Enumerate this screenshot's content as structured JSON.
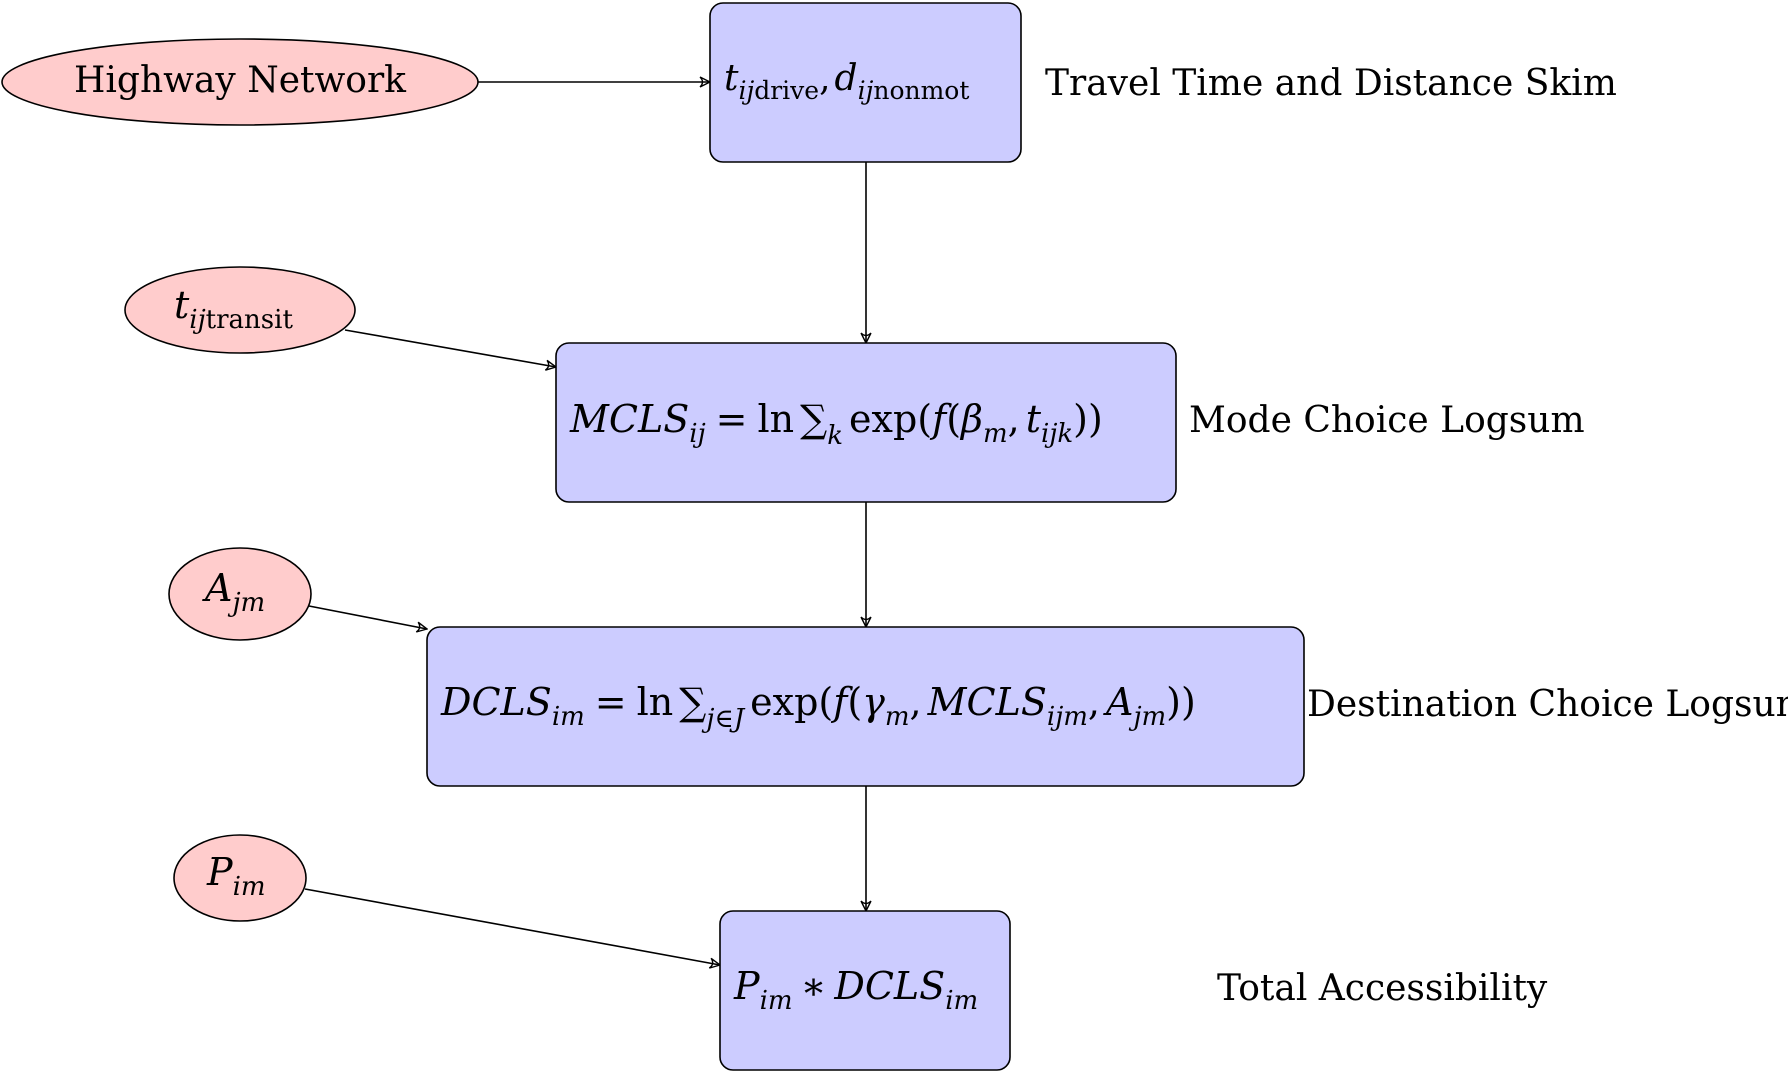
{
  "colors": {
    "box_fill": "#ccccff",
    "ellipse_fill": "#ffcccc",
    "stroke": "#000000"
  },
  "inputs": {
    "highway": "Highway Network",
    "t_transit": {
      "base": "t",
      "sub": "ij",
      "subroman": "transit"
    },
    "a_jm": {
      "base": "A",
      "sub": "jm"
    },
    "p_im": {
      "base": "P",
      "sub": "im"
    }
  },
  "boxes": {
    "skim": {
      "t": {
        "base": "t",
        "sub": "ij",
        "subroman": "drive"
      },
      "comma": ",",
      "d": {
        "base": "d",
        "sub": "ij",
        "subroman": "nonmot"
      }
    },
    "mcls": {
      "lhs": "MCLS",
      "lhs_sub": "ij",
      "eq": "=",
      "ln": "ln",
      "sum": "∑",
      "sum_sub": "k",
      "exp": "exp(",
      "f": "f",
      "open": "(",
      "beta": "β",
      "beta_sub": "m",
      "comma": ",",
      "t": "t",
      "t_sub": "ijk",
      "close": "))"
    },
    "dcls": {
      "lhs": "DCLS",
      "lhs_sub": "im",
      "eq": "=",
      "ln": "ln",
      "sum": "∑",
      "sum_sub": "j∈J",
      "exp": "exp(",
      "f": "f",
      "open": "(",
      "gamma": "γ",
      "gamma_sub": "m",
      "comma1": ",",
      "mcls": "MCLS",
      "mcls_sub": "ijm",
      "comma2": ",",
      "a": "A",
      "a_sub": "jm",
      "close": "))"
    },
    "total": {
      "p": "P",
      "p_sub": "im",
      "star": "∗",
      "dcls": "DCLS",
      "dcls_sub": "im"
    }
  },
  "labels": {
    "skim": "Travel Time and Distance Skim",
    "mcls": "Mode Choice Logsum",
    "dcls": "Destination Choice Logsum",
    "total": "Total Accessibility"
  }
}
